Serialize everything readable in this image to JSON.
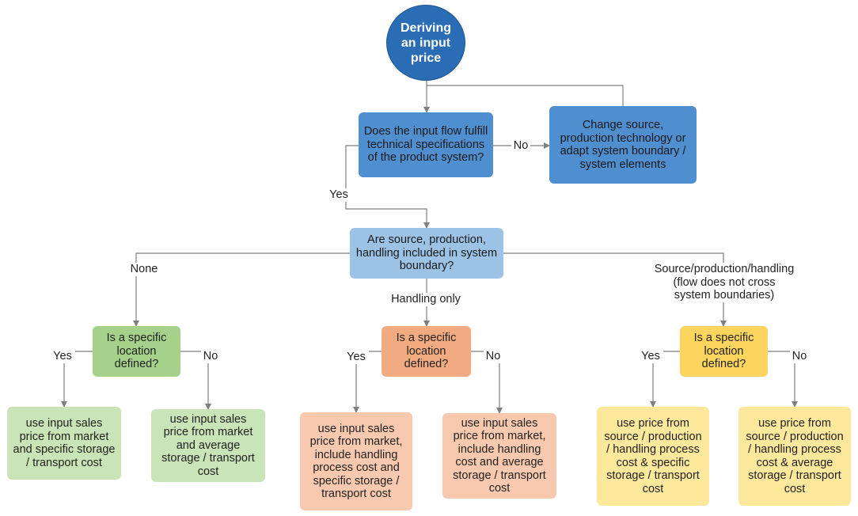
{
  "start": {
    "text": "Deriving an input price"
  },
  "q1": {
    "text": "Does the input flow fulfill technical specifications of the product system?"
  },
  "change": {
    "text": "Change  source, production technology or adapt system boundary / system elements"
  },
  "q2": {
    "text": "Are source, production, handling included in system boundary?"
  },
  "branches": {
    "none": {
      "label": "None",
      "question": "Is a specific location defined?"
    },
    "handling": {
      "label": "Handling only",
      "question": "Is a specific location defined?"
    },
    "source": {
      "label": "Source/production/handling\n(flow does not cross\nsystem boundaries)",
      "question": "Is a specific location defined?"
    }
  },
  "edge_labels": {
    "yes": "Yes",
    "no": "No"
  },
  "outcomes": {
    "none_yes": "use input sales price from market and specific storage / transport cost",
    "none_no": "use input sales price from market and average storage / transport cost",
    "handling_yes": "use input sales price from market, include handling process cost and specific storage / transport cost",
    "handling_no": "use input sales price from market, include handling cost and average storage / transport cost",
    "source_yes": "use price from source / production / handling process cost & specific storage / transport cost",
    "source_no": "use price from source / production / handling process cost & average storage / transport cost"
  },
  "colors": {
    "start": "#2a6db5",
    "decision_blue": "#4f8fd0",
    "decision_light_blue": "#9cc2e6",
    "green": "#a5d18a",
    "green_light": "#c9e5b8",
    "orange": "#f2aa80",
    "orange_light": "#f8c9ae",
    "yellow": "#fbd55e",
    "yellow_light": "#fde89c",
    "connector": "#7f7f7f"
  }
}
